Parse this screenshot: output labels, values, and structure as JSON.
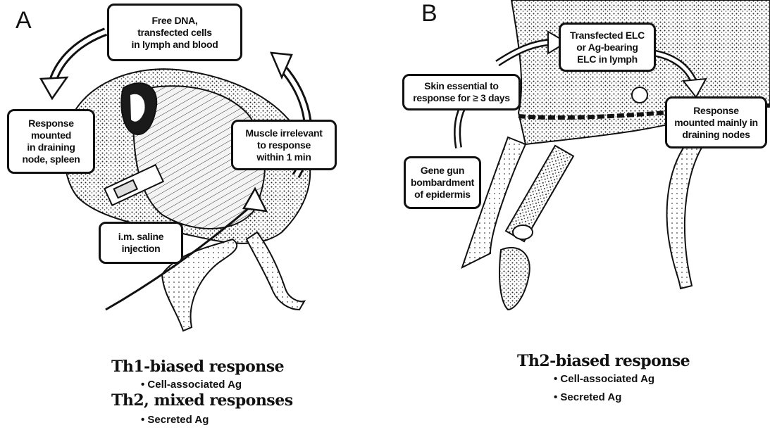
{
  "panel_a": {
    "letter": "A",
    "callouts": {
      "free_dna": "Free DNA,\ntransfected cells\nin lymph and blood",
      "response_mounted": "Response\nmounted\nin draining\nnode, spleen",
      "muscle_irrelevant": "Muscle irrelevant\nto response\nwithin 1 min",
      "im_saline": "i.m. saline\ninjection"
    },
    "captions": {
      "th1": "Th1-biased response",
      "th1_bullet": "• Cell-associated Ag",
      "th2": "Th2, mixed responses",
      "th2_bullet": "• Secreted Ag"
    }
  },
  "panel_b": {
    "letter": "B",
    "callouts": {
      "transfected_elc": "Transfected ELC\nor Ag-bearing\nELC in lymph",
      "skin_essential": "Skin essential to\nresponse for ≥ 3 days",
      "response_mounted": "Response\nmounted mainly in\ndraining nodes",
      "gene_gun": "Gene gun\nbombardment\nof epidermis"
    },
    "captions": {
      "th2": "Th2-biased response",
      "bullet1": "• Cell-associated Ag",
      "bullet2": "• Secreted Ag"
    }
  }
}
